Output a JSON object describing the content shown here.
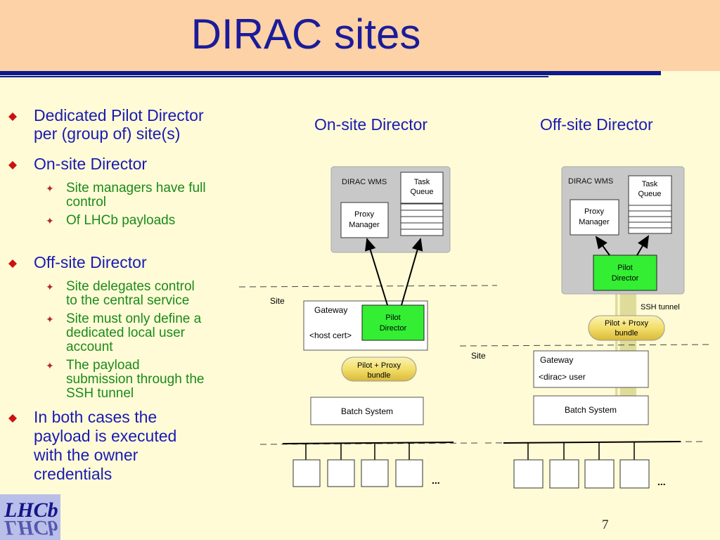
{
  "title": "DIRAC sites",
  "bullets": [
    {
      "text1": "Dedicated Pilot Director",
      "text2": "per (group of) site(s)"
    },
    {
      "text1": "On-site Director",
      "subs": [
        {
          "l1": "Site managers have full",
          "l2": "control"
        },
        {
          "l1": "Of LHCb payloads",
          "l2": ""
        }
      ]
    },
    {
      "text1": "Off-site Director",
      "subs": [
        {
          "l1": "Site delegates control",
          "l2": "to the central service"
        },
        {
          "l1": "Site must only define a",
          "l2": "dedicated local user",
          "l3": "account"
        },
        {
          "l1": "The payload",
          "l2": "submission through the",
          "l3": "SSH tunnel"
        }
      ]
    },
    {
      "text1": "In both cases the",
      "text2": "payload is executed",
      "text3": "with the owner",
      "text4": "credentials"
    }
  ],
  "headers": {
    "onsite": "On-site Director",
    "offsite": "Off-site Director"
  },
  "onsite": {
    "wms": "DIRAC WMS",
    "task_queue_1": "Task",
    "task_queue_2": "Queue",
    "proxy_1": "Proxy",
    "proxy_2": "Manager",
    "site": "Site",
    "gateway": "Gateway",
    "host_cert": "<host cert>",
    "pilot_1": "Pilot",
    "pilot_2": "Director",
    "bundle_1": "Pilot + Proxy",
    "bundle_2": "bundle",
    "batch": "Batch System",
    "ellipsis": "..."
  },
  "offsite": {
    "wms": "DIRAC WMS",
    "task_queue_1": "Task",
    "task_queue_2": "Queue",
    "proxy_1": "Proxy",
    "proxy_2": "Manager",
    "pilot_1": "Pilot",
    "pilot_2": "Director",
    "ssh": "SSH tunnel",
    "bundle_1": "Pilot + Proxy",
    "bundle_2": "bundle",
    "site": "Site",
    "gateway": "Gateway",
    "dirac_user": "<dirac> user",
    "batch": "Batch System",
    "ellipsis": "..."
  },
  "logo": "LHCb",
  "page_number": "7",
  "colors": {
    "title": "#1b1b9a",
    "band": "#fcd2a6",
    "bg": "#fefbd6",
    "pilot": "#33ee33",
    "bundle": "#f2e07a",
    "wms": "#c8c8c8"
  }
}
